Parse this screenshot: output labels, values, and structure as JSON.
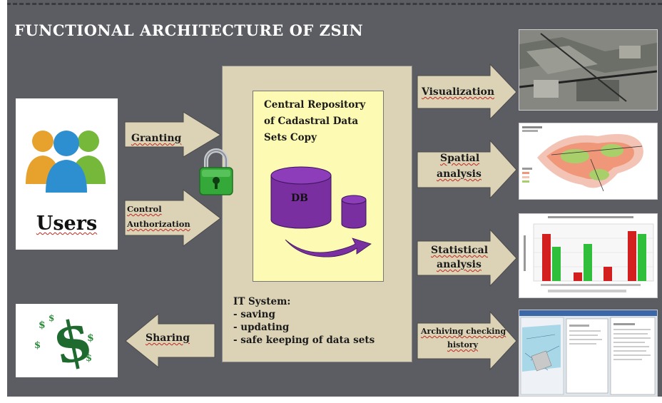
{
  "slide": {
    "title": "FUNCTIONAL ARCHITECTURE OF ZSIN",
    "users_label": "Users",
    "db_label": "DB",
    "repository": {
      "title_lines": [
        "Central Repository",
        "of Cadastral Data",
        "Sets Copy"
      ]
    },
    "it_system": {
      "heading": "IT System:",
      "items": [
        "- saving",
        "- updating",
        "- safe keeping of data sets"
      ]
    },
    "inputs": {
      "granting": "Granting",
      "control_lines": [
        "Control",
        "Authorization"
      ],
      "sharing": "Sharing"
    },
    "outputs": {
      "visualization": "Visualization",
      "spatial_lines": [
        "Spatial",
        "analysis"
      ],
      "statistical_lines": [
        "Statistical",
        "analysis"
      ],
      "archiving_lines": [
        "Archiving checking",
        "history"
      ]
    }
  },
  "colors": {
    "background": "#5c5d63",
    "arrow_fill": "#dcd3b7",
    "main_box": "#dcd3b7",
    "repository_box": "#fdfab4",
    "db_purple": "#7a2fa0",
    "lock_green": "#35a83a",
    "dollar_green": "#1f6a2e"
  },
  "icons": {
    "users": "users-icon",
    "lock": "lock-icon",
    "money": "dollar-icon",
    "database": "database-icon",
    "flow": "curved-arrow-icon"
  }
}
